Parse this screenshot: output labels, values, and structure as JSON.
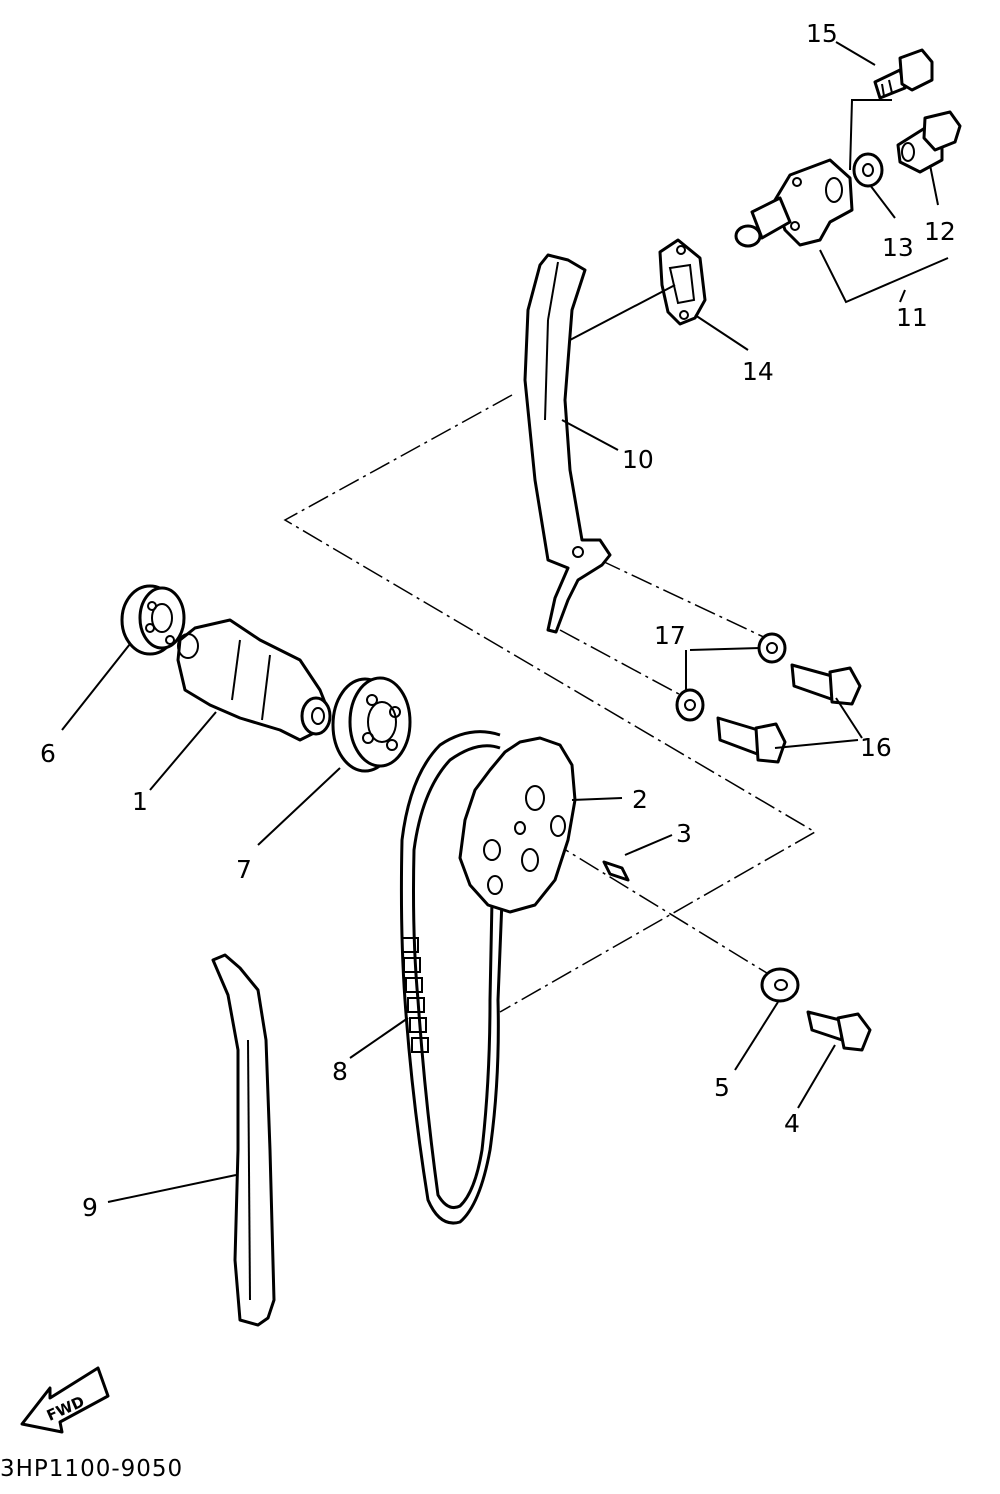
{
  "diagram": {
    "part_labels": {
      "p1": "1",
      "p2": "2",
      "p3": "3",
      "p4": "4",
      "p5": "5",
      "p6": "6",
      "p7": "7",
      "p8": "8",
      "p9": "9",
      "p10": "10",
      "p11": "11",
      "p12": "12",
      "p13": "13",
      "p14": "14",
      "p15": "15",
      "p16": "16",
      "p17": "17"
    },
    "fwd_label": "FWD",
    "drawing_code": "3HP1100-9050"
  }
}
